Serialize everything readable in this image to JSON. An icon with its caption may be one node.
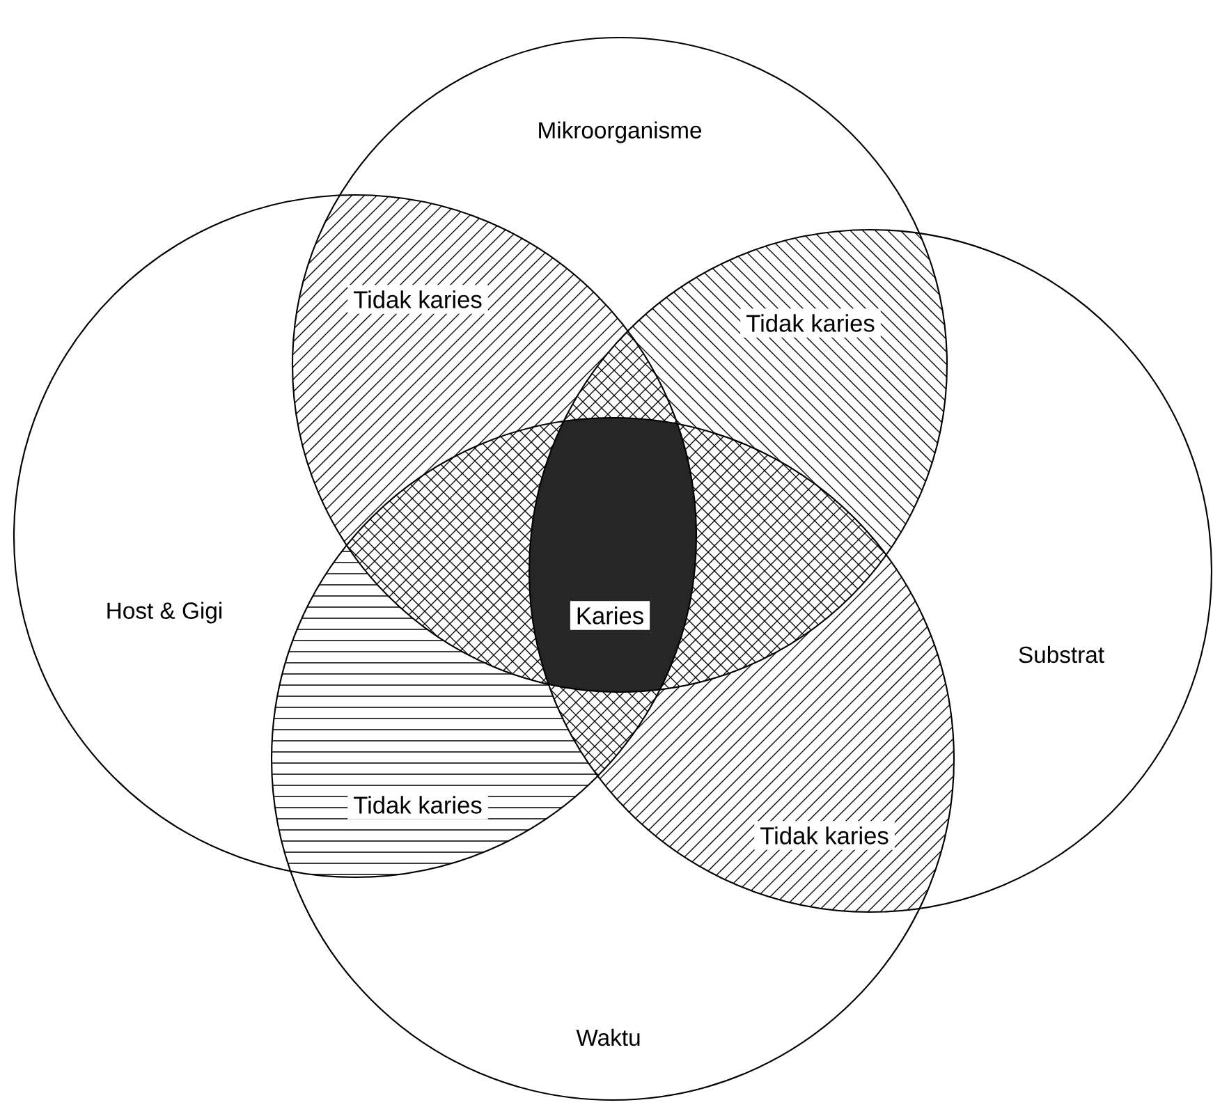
{
  "diagram": {
    "nodes": [
      {
        "text": [
          "Mikroorganisme"
        ]
      },
      {
        "text": [
          "Host & Gigi"
        ]
      },
      {
        "text": [
          "Substrat"
        ]
      },
      {
        "text": [
          "Waktu"
        ]
      }
    ],
    "labels": [
      "Tidak karies",
      "Tidak karies",
      "Karies",
      "Tidak karies",
      "Tidak karies"
    ]
  }
}
